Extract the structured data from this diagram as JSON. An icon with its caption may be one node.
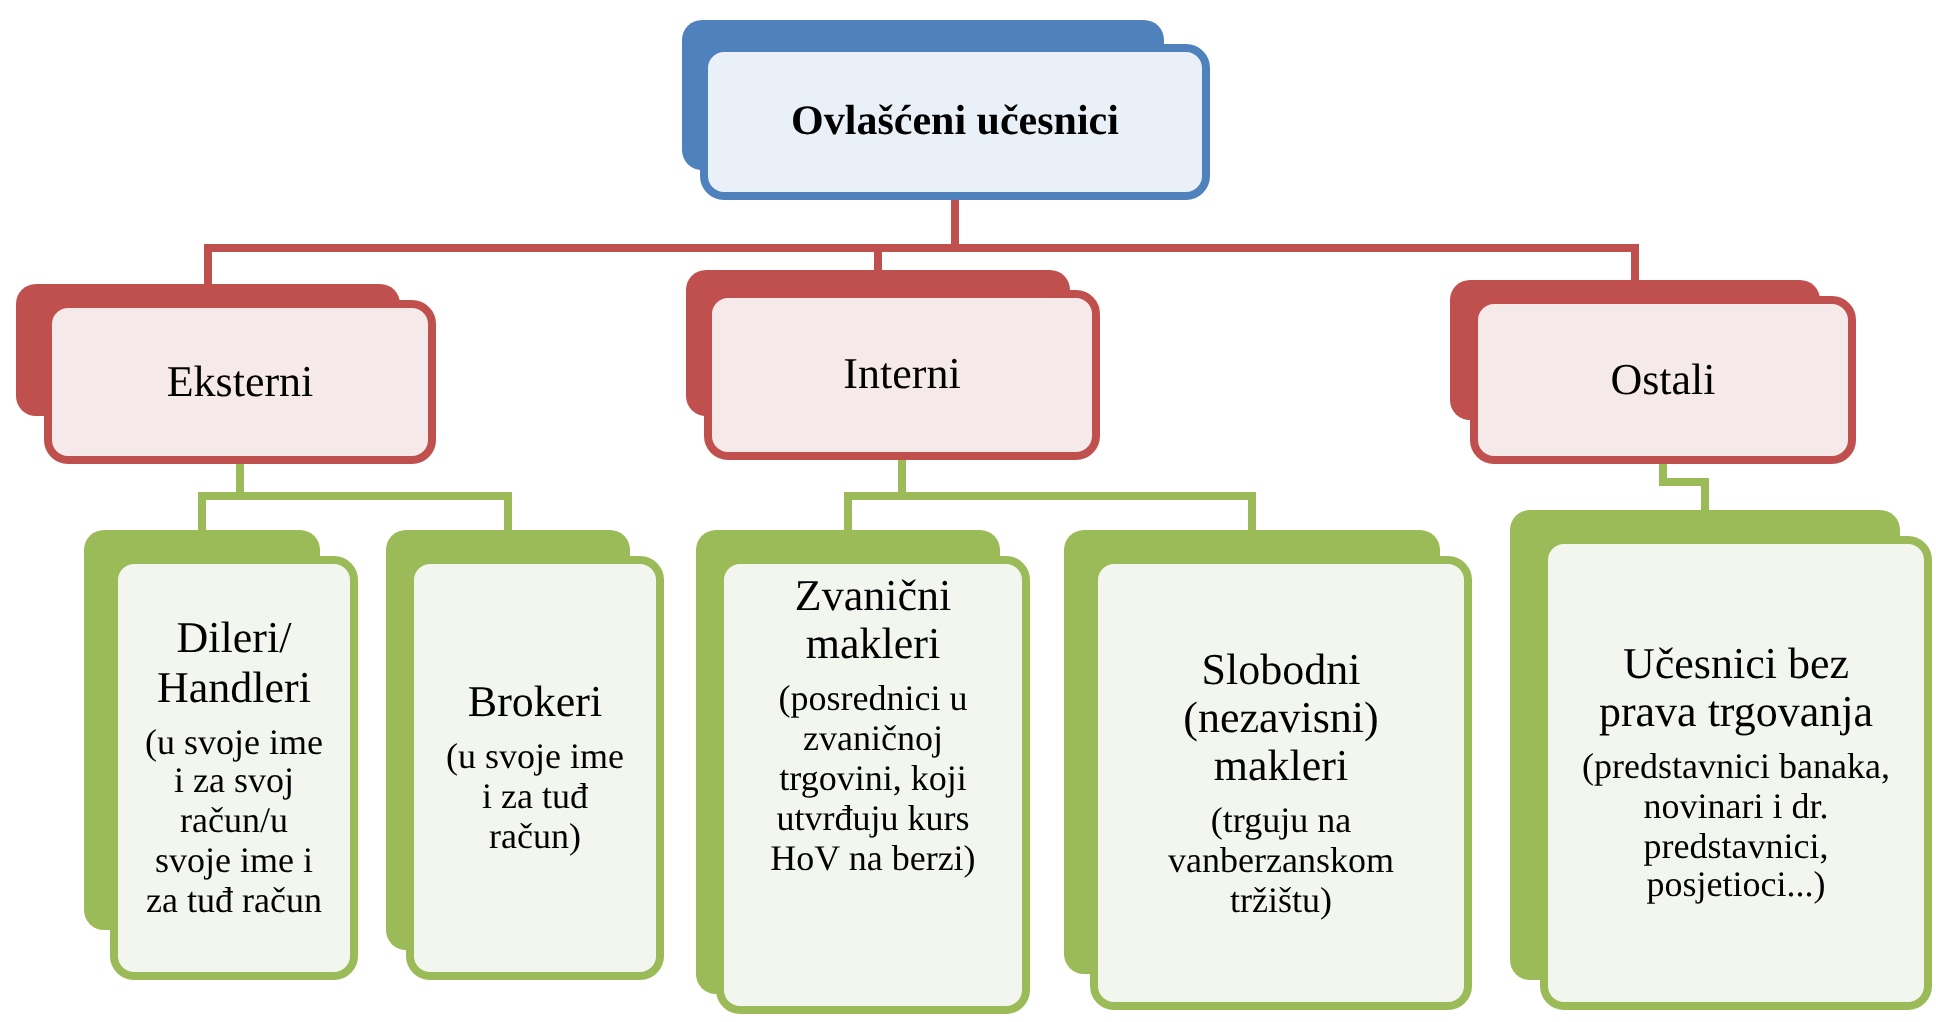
{
  "diagram": {
    "nodes": [
      {
        "text": [
          "Ovlašćeni učesnici"
        ]
      },
      {
        "text": [
          "Eksterni"
        ]
      },
      {
        "text": [
          "Interni"
        ]
      },
      {
        "text": [
          "Ostali"
        ]
      },
      {
        "text": [
          "Dileri/ Handleri",
          "(u svoje ime i za svoj račun/u svoje ime i za tuđ račun"
        ]
      },
      {
        "text": [
          "Brokeri",
          "(u svoje ime i za tuđ račun)"
        ]
      },
      {
        "text": [
          "Zvanični makleri",
          "(posrednici u zvaničnoj trgovini, koji utvrđuju kurs HoV na berzi)"
        ]
      },
      {
        "text": [
          "Slobodni (nezavisni) makleri",
          "(trguju na vanberzanskom tržištu)"
        ]
      },
      {
        "text": [
          "Učesnici bez prava trgovanja",
          "(predstavnici banaka, novinari i dr. predstavnici, posjetioci...)"
        ]
      }
    ],
    "edges": [
      {
        "from": 0,
        "to": 1,
        "arrow": "none",
        "color": "#c0504d"
      },
      {
        "from": 0,
        "to": 2,
        "arrow": "none",
        "color": "#c0504d"
      },
      {
        "from": 0,
        "to": 3,
        "arrow": "none",
        "color": "#c0504d"
      },
      {
        "from": 1,
        "to": 4,
        "arrow": "none"
      },
      {
        "from": 1,
        "to": 5,
        "arrow": "none"
      },
      {
        "from": 2,
        "to": 6,
        "arrow": "none"
      },
      {
        "from": 2,
        "to": 7,
        "arrow": "none"
      },
      {
        "from": 3,
        "to": 8,
        "arrow": "none"
      }
    ]
  }
}
